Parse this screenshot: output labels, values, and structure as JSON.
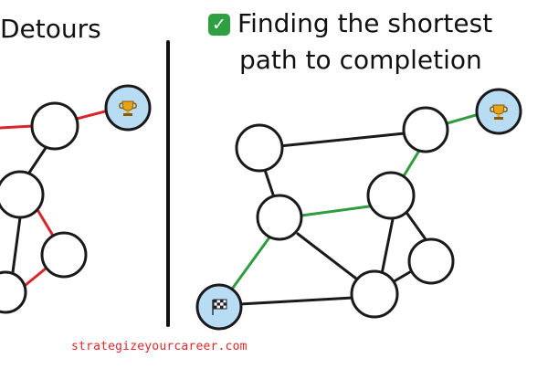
{
  "left_panel": {
    "title": "Detours"
  },
  "right_panel": {
    "title_line1": "Finding the shortest",
    "title_line2": "path to completion",
    "check_glyph": "✓"
  },
  "footer": {
    "text": "strategizeyourcareer.com"
  },
  "icons": {
    "goal": "trophy-icon",
    "start": "checkered-flag-icon"
  },
  "colors": {
    "detour_edge": "#d9262b",
    "shortest_edge": "#2e9c3f",
    "normal_edge": "#1a1a1a",
    "special_node_fill": "#b9dcf5"
  }
}
